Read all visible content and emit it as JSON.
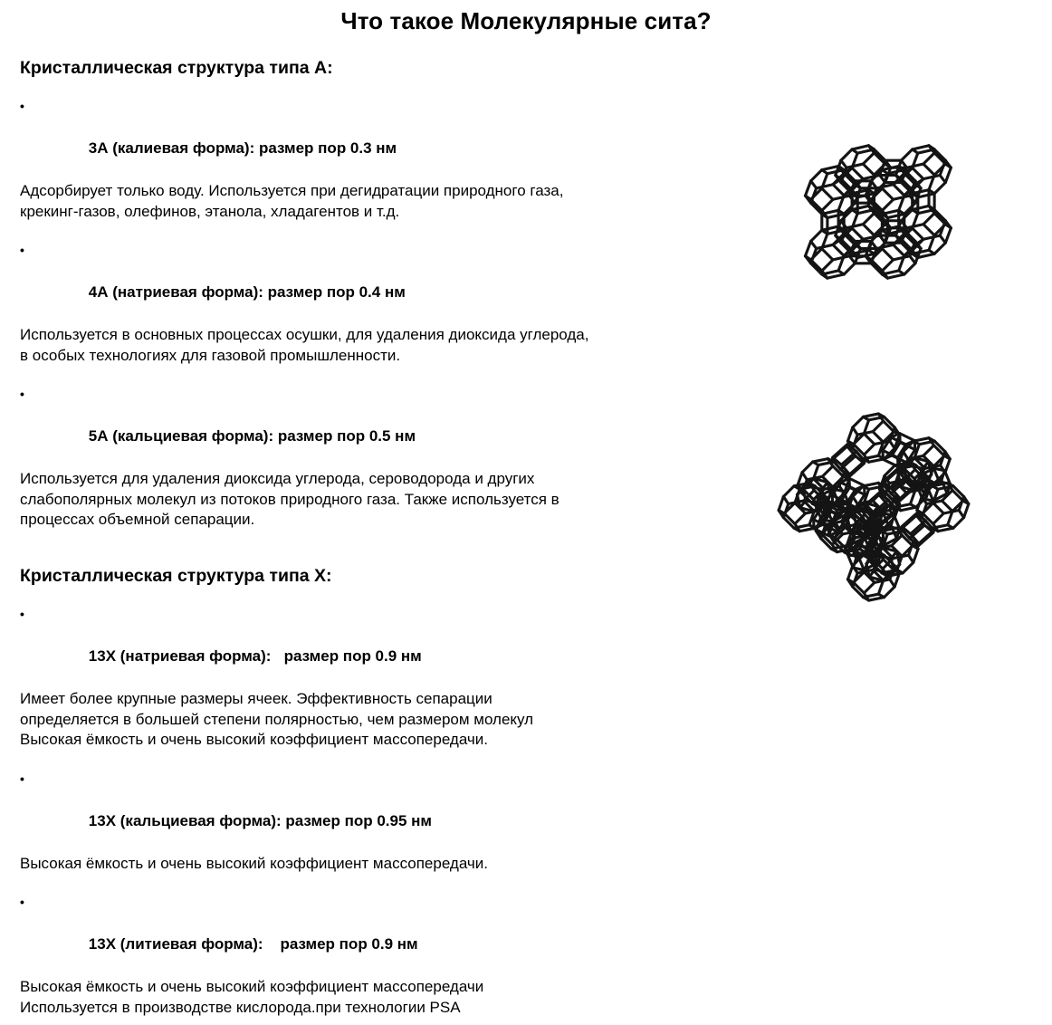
{
  "document": {
    "title": "Что такое Молекулярные сита?"
  },
  "sections": [
    {
      "heading": "Кристаллическая структура типа А:",
      "bullets": [
        {
          "marker": "•",
          "label": "3А (калиевая форма): размер пор 0.3 нм",
          "grade": "3А",
          "form": "калиевая форма",
          "pore_size": "0.3 нм",
          "body": "Адсорбирует только воду. Используется при дегидратации природного газа,\nкрекинг-газов, олефинов, этанола, хладагентов и т.д."
        },
        {
          "marker": "•",
          "label": "4А (натриевая форма): размер пор 0.4 нм",
          "grade": "4А",
          "form": "натриевая форма",
          "pore_size": "0.4 нм",
          "body": "Используется в основных процессах осушки, для удаления диоксида углерода,\nв особых технологиях для газовой промышленности."
        },
        {
          "marker": "•",
          "label": "5А (кальциевая форма): размер пор 0.5 нм",
          "grade": "5А",
          "form": "кальциевая форма",
          "pore_size": "0.5 нм",
          "body": "Используется для удаления диоксида углерода, сероводорода и других\nслабополярных молекул из потоков природного газа. Также используется в\nпроцессах объемной сепарации."
        }
      ]
    },
    {
      "heading": "Кристаллическая структура типа Х:",
      "bullets": [
        {
          "marker": "•",
          "label": "13Х (натриевая форма):   размер пор 0.9 нм",
          "grade": "13Х",
          "form": "натриевая форма",
          "pore_size": "0.9 нм",
          "body": "Имеет более крупные размеры ячеек. Эффективность сепарации\nопределяется в большей степени полярностью, чем размером молекул\nВысокая ёмкость и очень высокий коэффициент массопередачи."
        },
        {
          "marker": "•",
          "label": "13Х (кальциевая форма): размер пор 0.95 нм",
          "grade": "13Х",
          "form": "кальциевая форма",
          "pore_size": "0.95 нм",
          "body": "Высокая ёмкость и очень высокий коэффициент массопередачи."
        },
        {
          "marker": "•",
          "label": "13Х (литиевая форма):    размер пор 0.9 нм",
          "grade": "13Х",
          "form": "литиевая форма",
          "pore_size": "0.9 нм",
          "body": "Высокая ёмкость и очень высокий коэффициент массопередачи\nИспользуется в производстве кислорода.при технологии PSA"
        }
      ]
    }
  ],
  "figures": [
    {
      "name": "zeolite-type-a-framework",
      "description": "Каркас цеолита типа А (LTA): решётка 2×2 из содалитовых ячеек, соединённых квадратными призмами"
    },
    {
      "name": "zeolite-type-x-framework",
      "description": "Каркас цеолита типа Х (фожазит, FAU): содалитовые ячейки вокруг центральной суперячейки"
    }
  ],
  "colors": {
    "background": "#ffffff",
    "text": "#000000",
    "diagram_stroke": "#141414"
  }
}
